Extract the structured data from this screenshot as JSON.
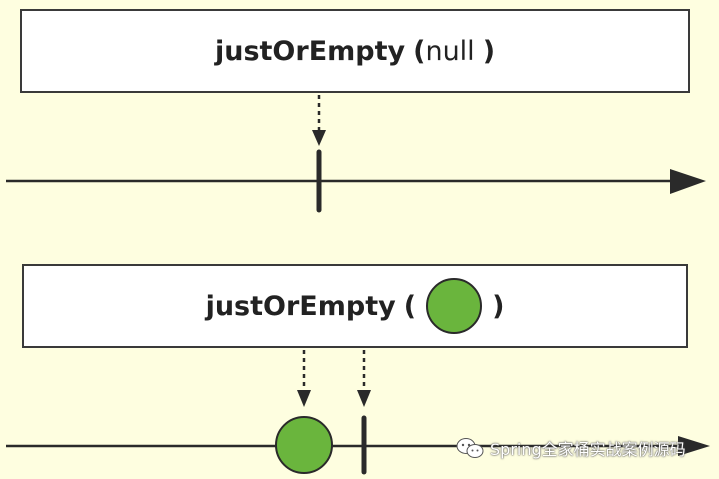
{
  "diagram1": {
    "operator_name": "justOrEmpty",
    "open_paren": "(",
    "argument": "null",
    "close_paren": ")"
  },
  "diagram2": {
    "operator_name": "justOrEmpty",
    "open_paren": "(",
    "argument_icon": "green-circle-item",
    "close_paren": ")"
  },
  "colors": {
    "background": "#fefee0",
    "item": "#6ab53d",
    "line": "#2a2a2a"
  },
  "watermark": {
    "icon": "wechat-icon",
    "text": "Spring全家桶实战案例源码"
  }
}
